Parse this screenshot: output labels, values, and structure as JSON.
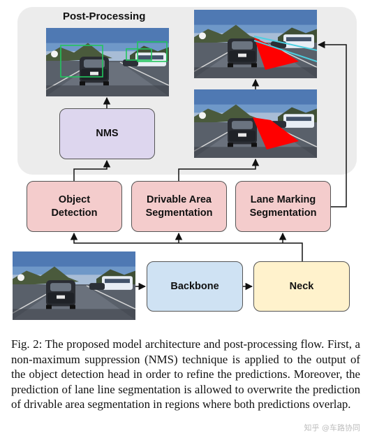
{
  "panel": {
    "title": "Post-Processing"
  },
  "boxes": {
    "nms": "NMS",
    "object_detection": "Object\nDetection",
    "drivable_area": "Drivable Area\nSegmentation",
    "lane_marking": "Lane Marking\nSegmentation",
    "backbone": "Backbone",
    "neck": "Neck"
  },
  "caption": "Fig. 2: The proposed model architecture and post-processing flow. First, a non-maximum suppression (NMS) technique is applied to the output of the object detection head in order to refine the predictions. Moreover, the prediction of lane line segmentation is allowed to overwrite the prediction of drivable area segmentation in regions where both predictions overlap.",
  "watermark": "知乎 @车路协同",
  "colors": {
    "panel_bg": "#ececec",
    "head_boxes": "#f4cccc",
    "nms_box": "#ddd6ee",
    "backbone_box": "#cfe2f3",
    "neck_box": "#fff2cc",
    "detection_boxes": "#22c55e",
    "drivable_area_mask": "#ff0000",
    "lane_lines": "#4dd0e1"
  },
  "icons": [
    "road-scene-image",
    "arrow-icon"
  ]
}
